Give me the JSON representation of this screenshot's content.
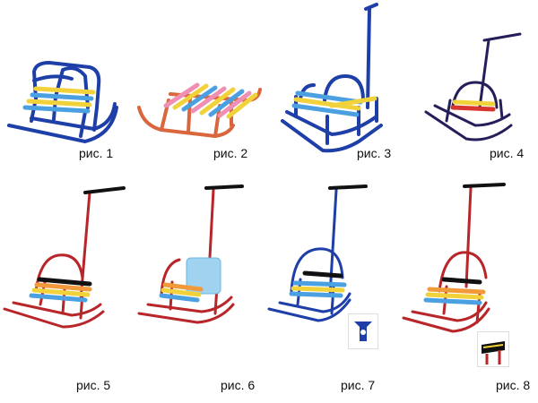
{
  "captions": [
    "рис. 1",
    "рис. 2",
    "рис. 3",
    "рис. 4",
    "рис. 5",
    "рис. 6",
    "рис. 7",
    "рис. 8"
  ],
  "colors": {
    "blue": "#1f3fa8",
    "navy": "#241e5a",
    "red": "#b8262a",
    "orange": "#d9663c",
    "black": "#111111",
    "slat_blue": "#4aa0e0",
    "slat_yellow": "#f1d23a",
    "slat_pink": "#ef8fb4",
    "slat_red": "#d8352f",
    "slat_orange": "#f29a3a",
    "seat_print": "#9fd3ef"
  }
}
